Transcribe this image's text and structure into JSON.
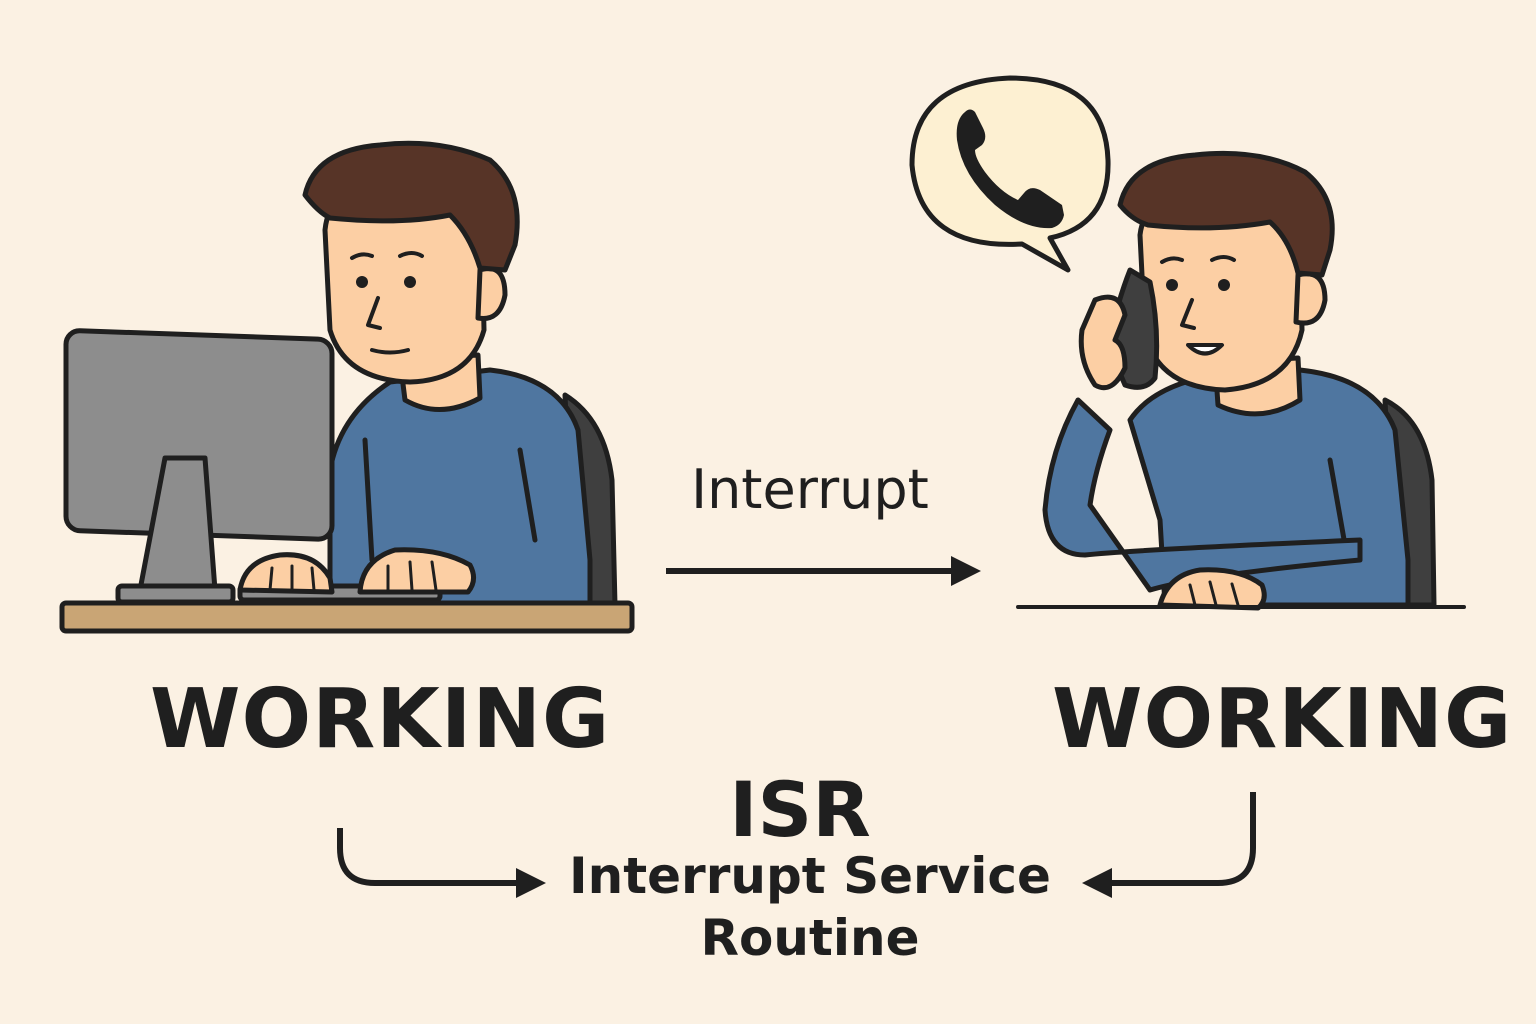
{
  "colors": {
    "background": "#fbf1e3",
    "outline": "#1f1f1f",
    "hair": "#573427",
    "skin": "#fccfa4",
    "shirt": "#4f76a0",
    "chair": "#3f3f3f",
    "monitor": "#8d8d8d",
    "desk": "#c9a575",
    "bubble": "#fdf0d2"
  },
  "icons": {
    "phone_bubble": "phone-icon"
  },
  "labels": {
    "state_left": "WORKING",
    "interrupt": "Interrupt",
    "state_right": "WORKING",
    "isr_abbr": "ISR",
    "isr_line1": "Interrupt Service",
    "isr_line2": "Routine"
  }
}
